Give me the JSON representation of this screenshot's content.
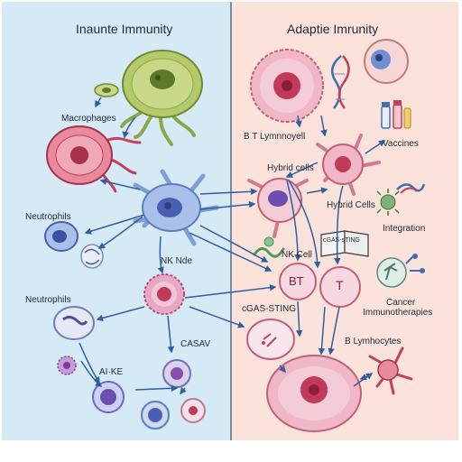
{
  "titles": {
    "innate": "Inaunte Immunity",
    "adaptive": "Adaptie Imrunity"
  },
  "labels": {
    "macrophages": "Macrophages",
    "neutrophils_top": "Neutrophils",
    "neutrophils_bottom": "Neutrophils",
    "nk_nde": "NK Nde",
    "casav": "CASAV",
    "aike": "AI·KE",
    "bt_lymnnoyell": "B T Lymnnoyell",
    "vaccines": "Vaccines",
    "hybrid_cells_small": "Hybrid cells",
    "hybrid_cells": "Hybrid Cells",
    "integration": "Integration",
    "nk_cell": "NK Cell",
    "cgas_sting_left": "cGAS-STING",
    "cancer_line1": "Cancer",
    "cancer_line2": "Immunotherapies",
    "b_lymhocytes": "B Lymhocytes",
    "book_text": "cGAS-sTING",
    "bt_letters": "BT",
    "t_letter": "T"
  },
  "colors": {
    "innate_bg": "#d6eaf6",
    "adaptive_bg": "#fbe3dc",
    "arrow": "#2f5f9f",
    "divider": "#5a6f8a"
  }
}
